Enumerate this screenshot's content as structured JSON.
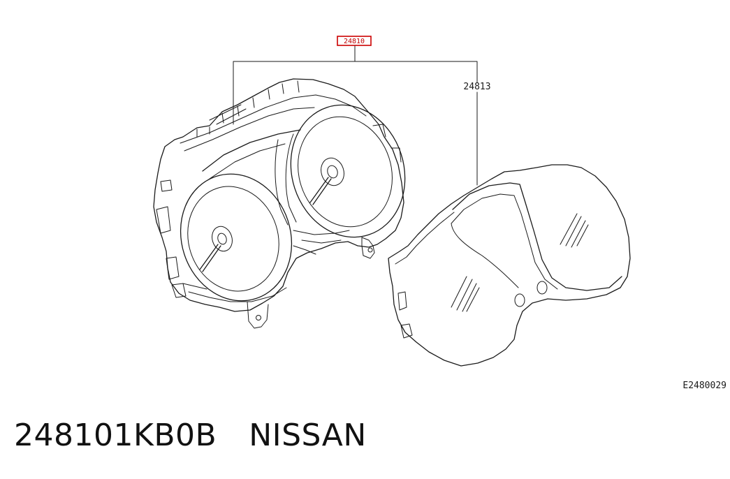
{
  "callouts": {
    "assembly_part": "24810",
    "lens_part": "24813"
  },
  "figure_id": "E2480029",
  "caption": {
    "part_number": "248101KB0B",
    "brand": "NISSAN"
  },
  "colors": {
    "highlight": "#cc0000",
    "ink": "#1a1a1a"
  }
}
